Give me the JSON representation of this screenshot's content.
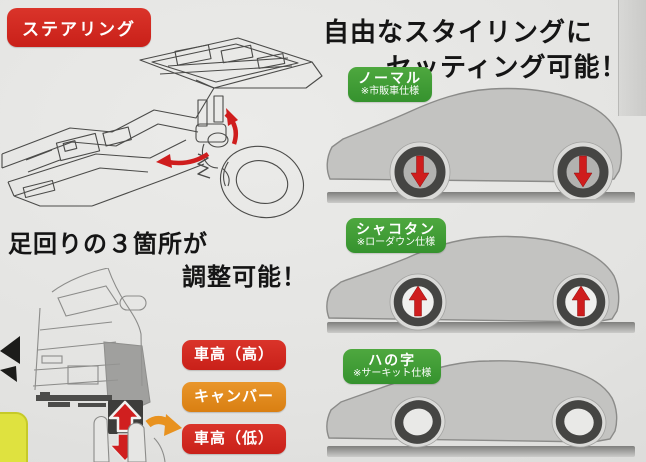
{
  "panel": {
    "steering_badge": "ステアリング",
    "headline_right_1": "自由なスタイリングに",
    "headline_right_2": "セッティング可能！",
    "headline_left_1": "足回りの３箇所が",
    "headline_left_2": "調整可能！",
    "styles": [
      {
        "name": "ノーマル",
        "note": "※市販車仕様"
      },
      {
        "name": "シャコタン",
        "note": "※ローダウン仕様"
      },
      {
        "name": "ハの字",
        "note": "※サーキット仕様"
      }
    ],
    "adjustments": [
      {
        "label": "車高（高）",
        "color": "#d42a22"
      },
      {
        "label": "キャンバー",
        "color": "#e0891e"
      },
      {
        "label": "車高（低）",
        "color": "#d42a22"
      }
    ],
    "icons": {
      "wheel_down_arrow": "red-arrow-down",
      "wheel_up_arrow": "red-arrow-up",
      "steering_rotation": "red-curved-arrows",
      "camber_hint": "orange-curved-arrow"
    },
    "colors": {
      "badge_red": "#d42a22",
      "badge_orange": "#e0891e",
      "badge_green": "#3f9e35",
      "arrow_red": "#cf1d1d",
      "arrow_orange": "#e8921f",
      "car_body": "#c3c3c1",
      "wheel_dark": "#454543",
      "background": "#e3e3e1",
      "text": "#151515"
    }
  }
}
